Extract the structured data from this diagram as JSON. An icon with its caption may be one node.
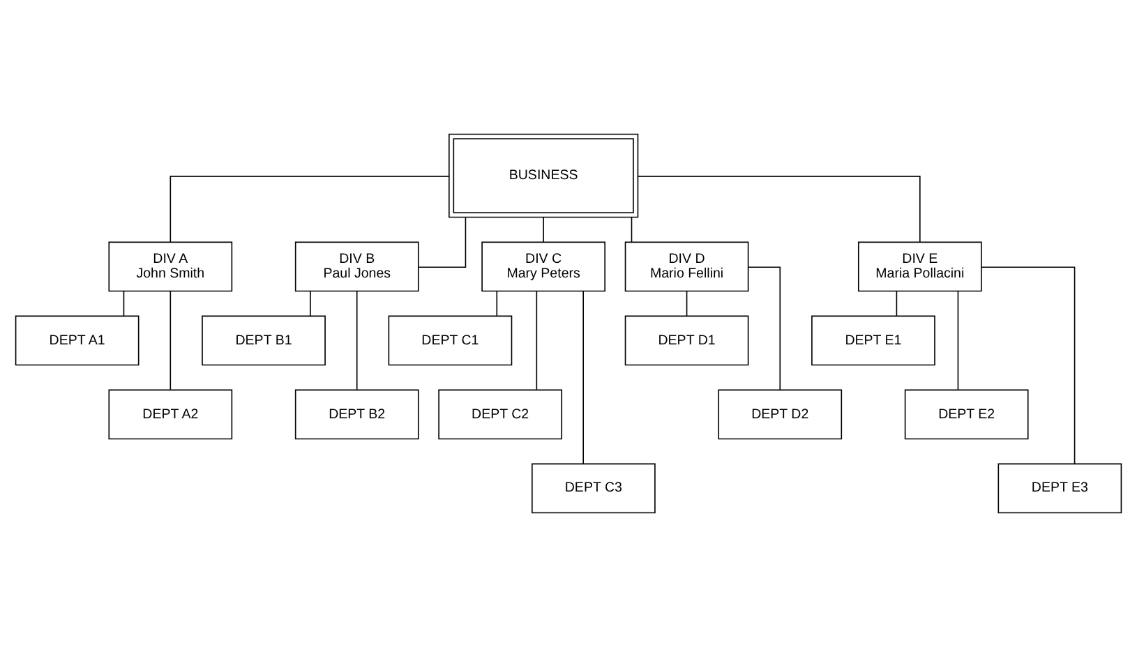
{
  "diagram": {
    "nodes": [
      {
        "text": [
          "BUSINESS"
        ]
      },
      {
        "text": [
          "DIV A",
          "John Smith"
        ]
      },
      {
        "text": [
          "DIV B",
          "Paul Jones"
        ]
      },
      {
        "text": [
          "DIV C",
          "Mary Peters"
        ]
      },
      {
        "text": [
          "DIV D",
          "Mario Fellini"
        ]
      },
      {
        "text": [
          "DIV E",
          "Maria Pollacini"
        ]
      },
      {
        "text": [
          "DEPT A1"
        ]
      },
      {
        "text": [
          "DEPT A2"
        ]
      },
      {
        "text": [
          "DEPT B1"
        ]
      },
      {
        "text": [
          "DEPT B2"
        ]
      },
      {
        "text": [
          "DEPT C1"
        ]
      },
      {
        "text": [
          "DEPT C2"
        ]
      },
      {
        "text": [
          "DEPT C3"
        ]
      },
      {
        "text": [
          "DEPT D1"
        ]
      },
      {
        "text": [
          "DEPT D2"
        ]
      },
      {
        "text": [
          "DEPT E1"
        ]
      },
      {
        "text": [
          "DEPT E2"
        ]
      },
      {
        "text": [
          "DEPT E3"
        ]
      }
    ],
    "edges": [
      {
        "from": 0,
        "to": 1,
        "arrow": "none"
      },
      {
        "from": 0,
        "to": 2,
        "arrow": "none"
      },
      {
        "from": 0,
        "to": 3,
        "arrow": "none"
      },
      {
        "from": 0,
        "to": 4,
        "arrow": "none"
      },
      {
        "from": 0,
        "to": 5,
        "arrow": "none"
      },
      {
        "from": 1,
        "to": 6,
        "arrow": "none"
      },
      {
        "from": 1,
        "to": 7,
        "arrow": "none"
      },
      {
        "from": 2,
        "to": 8,
        "arrow": "none"
      },
      {
        "from": 2,
        "to": 9,
        "arrow": "none"
      },
      {
        "from": 3,
        "to": 10,
        "arrow": "none"
      },
      {
        "from": 3,
        "to": 11,
        "arrow": "none"
      },
      {
        "from": 3,
        "to": 12,
        "arrow": "none"
      },
      {
        "from": 4,
        "to": 13,
        "arrow": "none"
      },
      {
        "from": 4,
        "to": 14,
        "arrow": "none"
      },
      {
        "from": 5,
        "to": 15,
        "arrow": "none"
      },
      {
        "from": 5,
        "to": 16,
        "arrow": "none"
      },
      {
        "from": 5,
        "to": 17,
        "arrow": "none"
      }
    ]
  }
}
